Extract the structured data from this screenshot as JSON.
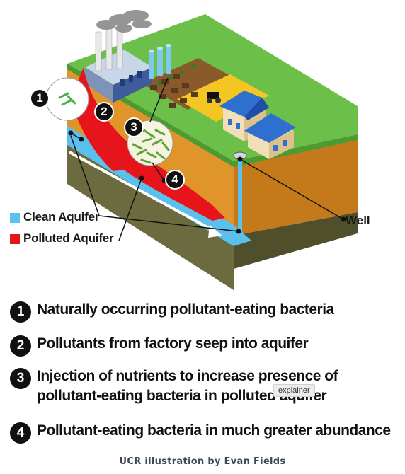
{
  "diagram": {
    "legend": {
      "clean": {
        "label": "Clean Aquifer",
        "color": "#5bc0ee"
      },
      "polluted": {
        "label": "Polluted Aquifer",
        "color": "#e8141c"
      }
    },
    "callouts": [
      "1",
      "2",
      "3",
      "4"
    ],
    "well_label": "Well",
    "colors": {
      "grass": "#6cc04a",
      "soil": "#e0952a",
      "soil_dark": "#c47a1a",
      "bedrock": "#6b6b3f",
      "bedrock_dark": "#4f4f2c"
    }
  },
  "key": [
    {
      "num": "1",
      "text": "Naturally occurring pollutant-eating bacteria"
    },
    {
      "num": "2",
      "text": "Pollutants from factory seep into aquifer"
    },
    {
      "num": "3",
      "text": "Injection of nutrients to increase presence of pollutant-eating bacteria in polluted aquifer"
    },
    {
      "num": "4",
      "text": "Pollutant-eating bacteria in much greater abundance"
    }
  ],
  "tooltip": "explainer",
  "caption": "UCR illustration by Evan Fields"
}
